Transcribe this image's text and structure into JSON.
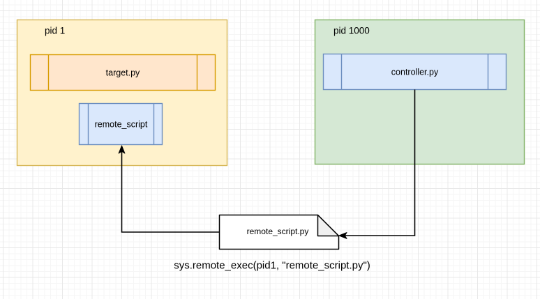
{
  "colors": {
    "canvas_bg": "#ffffff",
    "grid_minor": "#f6f6f6",
    "grid_major": "#e8e8e8",
    "pid1_fill": "#fff2cc",
    "pid1_stroke": "#d6b656",
    "target_fill": "#ffe6cc",
    "target_stroke": "#d79b00",
    "script_fill": "#dae8fc",
    "script_stroke": "#6c8ebf",
    "pid1000_fill": "#d5e8d4",
    "pid1000_stroke": "#82b366",
    "note_fill": "#ffffff",
    "note_fold_fill": "#f0f0f0",
    "note_stroke": "#000000",
    "edge_color": "#000000",
    "text_color": "#000000"
  },
  "nodes": {
    "pid1": {
      "label": "pid 1"
    },
    "target": {
      "label": "target.py"
    },
    "remote_script": {
      "label": "remote_script"
    },
    "pid1000": {
      "label": "pid 1000"
    },
    "controller": {
      "label": "controller.py"
    },
    "note": {
      "label": "remote_script.py"
    }
  },
  "annotation": {
    "text": "sys.remote_exec(pid1, \"remote_script.py\")"
  }
}
